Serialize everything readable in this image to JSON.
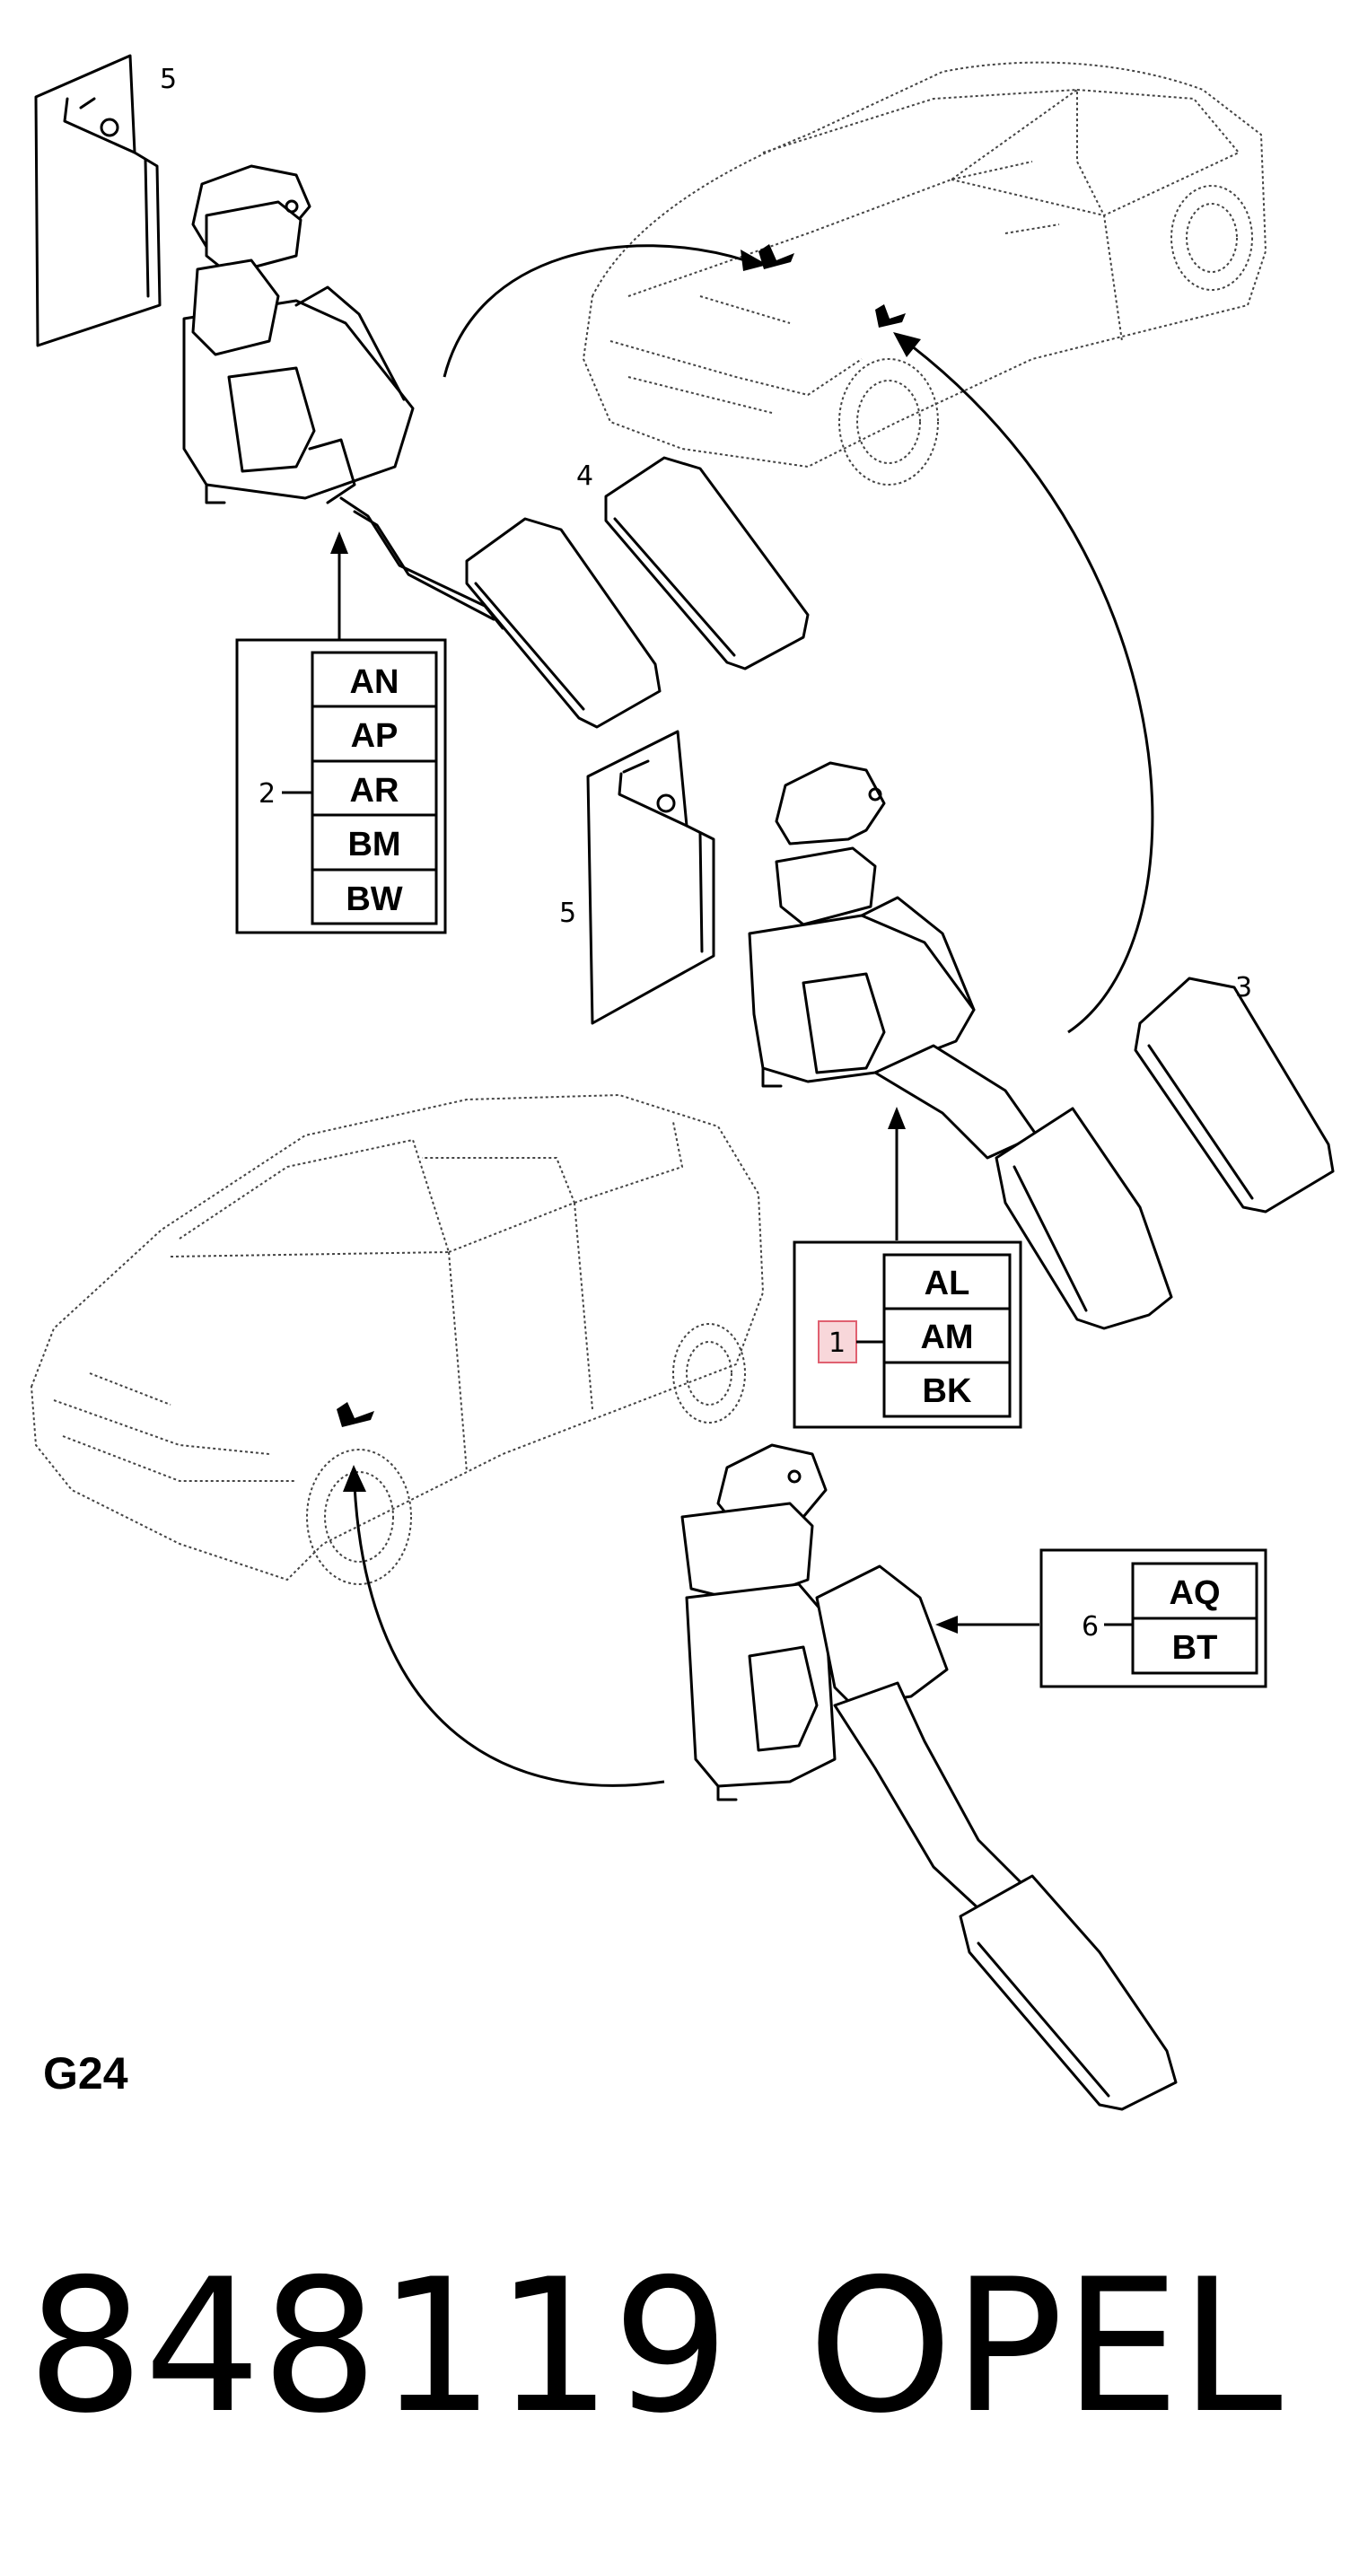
{
  "callouts": {
    "bracket_top": "5",
    "pedal_pad_4": "4",
    "bracket_mid": "5",
    "pedal_pad_3": "3",
    "assembly_2": "2",
    "assembly_1": "1",
    "assembly_6": "6"
  },
  "code_tables": {
    "table_2": [
      "AN",
      "AP",
      "AR",
      "BM",
      "BW"
    ],
    "table_1": [
      "AL",
      "AM",
      "BK"
    ],
    "table_6": [
      "AQ",
      "BT"
    ]
  },
  "group_code": "G24",
  "part_number": "848119",
  "brand": "OPEL",
  "colors": {
    "line": "#000000",
    "car_outline": "#444444",
    "highlight_fill": "#f8d7da",
    "highlight_stroke": "#e06070"
  }
}
